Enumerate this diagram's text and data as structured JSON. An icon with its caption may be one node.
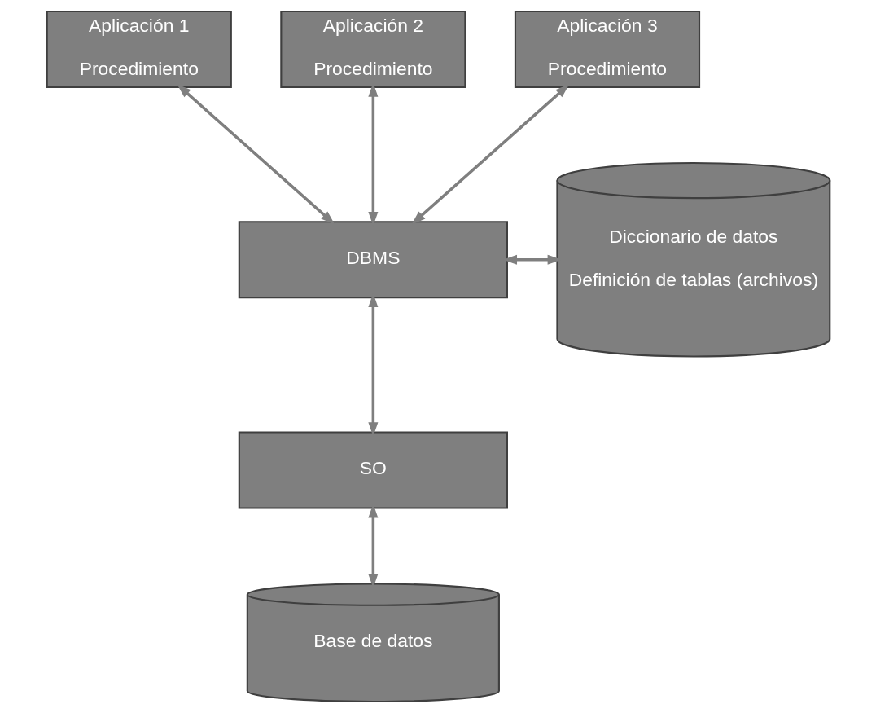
{
  "diagram": {
    "nodes": [
      {
        "text": [
          "Aplicación 1",
          "Procedimiento"
        ]
      },
      {
        "text": [
          "Aplicación 2",
          "Procedimiento"
        ]
      },
      {
        "text": [
          "Aplicación 3",
          "Procedimiento"
        ]
      },
      {
        "text": [
          "DBMS"
        ]
      },
      {
        "text": [
          "Diccionario de datos",
          "Definición de tablas (archivos)"
        ]
      },
      {
        "text": [
          "SO"
        ]
      },
      {
        "text": [
          "Base de datos"
        ]
      }
    ],
    "edges": [
      {
        "from": 0,
        "to": 3,
        "arrow": "both"
      },
      {
        "from": 1,
        "to": 3,
        "arrow": "both"
      },
      {
        "from": 2,
        "to": 3,
        "arrow": "both"
      },
      {
        "from": 3,
        "to": 4,
        "arrow": "both"
      },
      {
        "from": 3,
        "to": 5,
        "arrow": "both"
      },
      {
        "from": 5,
        "to": 6,
        "arrow": "both"
      }
    ]
  }
}
